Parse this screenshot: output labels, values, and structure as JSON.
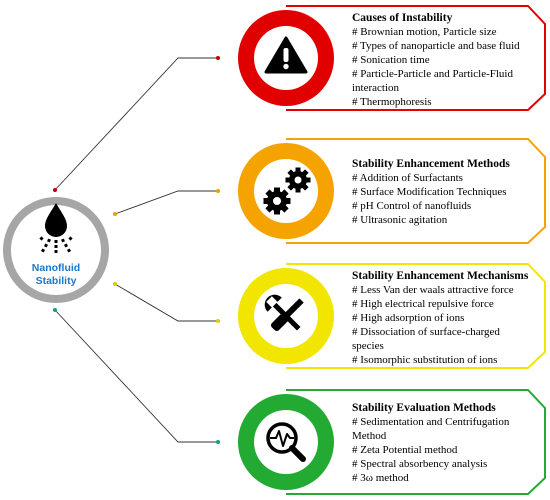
{
  "center": {
    "label_line1": "Nanofluid",
    "label_line2": "Stability"
  },
  "cards": [
    {
      "title": "Causes of Instability",
      "color": "#e00000",
      "icon": "warning-icon",
      "items": [
        "# Brownian motion, Particle size",
        "# Types of nanoparticle and base fluid",
        "# Sonication time",
        "# Particle-Particle and Particle-Fluid",
        "interaction",
        "# Thermophoresis"
      ]
    },
    {
      "title": "Stability Enhancement Methods",
      "color": "#f5a300",
      "icon": "gears-icon",
      "items": [
        "# Addition of Surfactants",
        "# Surface Modification Techniques",
        "# pH Control of nanofluids",
        "# Ultrasonic agitation"
      ]
    },
    {
      "title": "Stability Enhancement Mechanisms",
      "color": "#f2e600",
      "icon": "tools-icon",
      "items": [
        "# Less Van der waals attractive force",
        "# High electrical repulsive force",
        "# High adsorption of ions",
        "# Dissociation of surface-charged",
        "species",
        "# Isomorphic substitution of ions"
      ]
    },
    {
      "title": "Stability Evaluation Methods",
      "color": "#22aa33",
      "icon": "magnifier-chart-icon",
      "items": [
        "# Sedimentation and Centrifugation",
        "Method",
        "# Zeta Potential method",
        "# Spectral absorbency analysis",
        "# 3ω method"
      ]
    }
  ]
}
